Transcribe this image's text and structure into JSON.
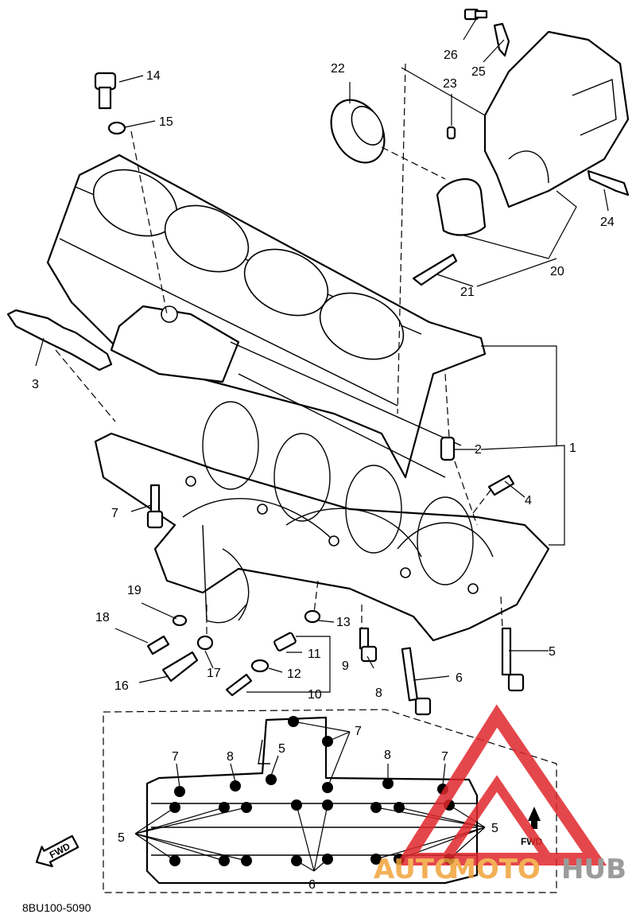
{
  "diagram": {
    "diagram_code": "8BU100-5090",
    "direction_label": "FWD",
    "callouts": {
      "c1": "1",
      "c2": "2",
      "c3": "3",
      "c4": "4",
      "c5": "5",
      "c6": "6",
      "c7": "7",
      "c8": "8",
      "c9": "9",
      "c10": "10",
      "c11": "11",
      "c12": "12",
      "c13": "13",
      "c14": "14",
      "c15": "15",
      "c16": "16",
      "c17": "17",
      "c18": "18",
      "c19": "19",
      "c20": "20",
      "c21": "21",
      "c22": "22",
      "c23": "23",
      "c24": "24",
      "c25": "25",
      "c26": "26"
    },
    "layout_callouts": {
      "c5_left": "5",
      "c5_right": "5",
      "c5_top": "5",
      "c6_bottom": "6",
      "c7_left": "7",
      "c7_top": "7",
      "c7_right": "7",
      "c8_left": "8",
      "c8_right": "8",
      "fwd": "FWD"
    },
    "watermark": {
      "part1": "AUTO",
      "part2": "MOTO",
      "part3": "HUB"
    },
    "colors": {
      "line": "#000000",
      "watermark_red": "#e0282c",
      "watermark_orange": "#f2a33a",
      "watermark_gray": "#8a8a8a"
    }
  }
}
